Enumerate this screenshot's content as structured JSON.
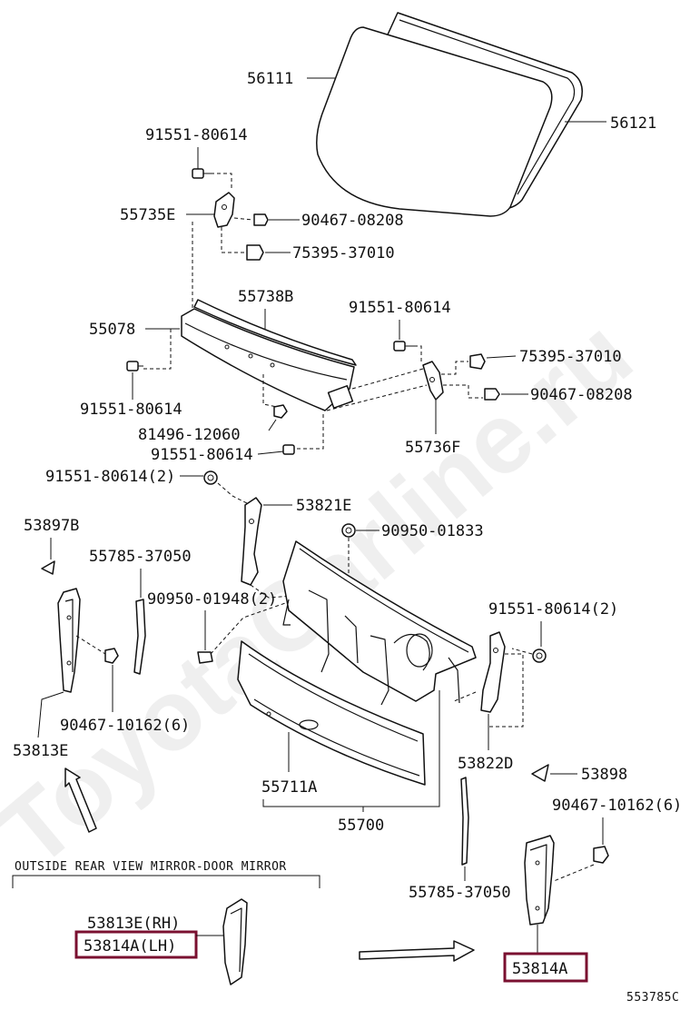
{
  "watermark": "ToyotaCarline.ru",
  "labels": {
    "windshield": "56111",
    "weatherstrip": "56121",
    "bolt_top": "91551-80614",
    "bracket_e": "55735E",
    "clip_top": "90467-08208",
    "retainer_top": "75395-37010",
    "louver_seal": "55738B",
    "louver": "55078",
    "bolt_louver": "91551-80614",
    "nut_louver": "81496-12060",
    "bolt_louver_b": "91551-80614",
    "bolt_right": "91551-80614",
    "retainer_right": "75395-37010",
    "clip_right": "90467-08208",
    "bracket_f": "55736F",
    "bolt_2": "91551-80614(2)",
    "bracket_821e": "53821E",
    "grommet": "90950-01833",
    "seal_left": "53897B",
    "strip_left": "55785-37050",
    "grommet_2": "90950-01948(2)",
    "bolt_right_2": "91551-80614(2)",
    "clip_6_left": "90467-10162(6)",
    "cover_left": "53813E",
    "bracket_822d": "53822D",
    "seal_right": "53898",
    "panel_a": "55711A",
    "panel_assy": "55700",
    "clip_6_right": "90467-10162(6)",
    "strip_right": "55785-37050",
    "cover_right": "53814A",
    "inset_title": "OUTSIDE REAR VIEW MIRROR-DOOR MIRROR",
    "inset_rh": "53813E(RH)",
    "inset_lh": "53814A(LH)",
    "diagram_id": "553785C"
  }
}
